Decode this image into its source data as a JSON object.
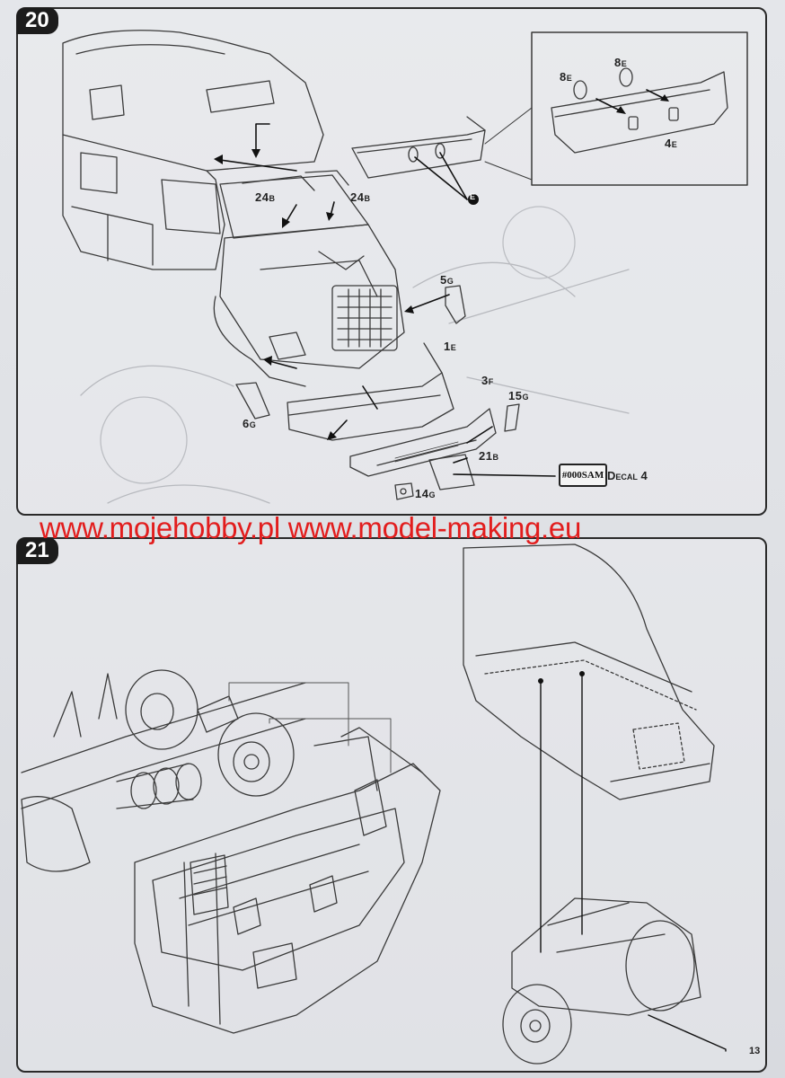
{
  "steps": {
    "step20": "20",
    "step21": "21"
  },
  "labels": {
    "p8e_left": "8",
    "p8e_right": "8",
    "p4e": "4",
    "e_marker": "E",
    "p24b_left": "24",
    "p24b_right": "24",
    "p5g": "5",
    "p1e": "1",
    "p3f": "3",
    "p15g": "15",
    "p6g": "6",
    "p21b": "21",
    "p14g": "14"
  },
  "subs": {
    "e": "E",
    "b": "B",
    "g": "G",
    "f": "F"
  },
  "decal": {
    "label": "Decal 4",
    "plate_text": "#000SAM"
  },
  "watermark": "www.mojehobby.pl www.model-making.eu",
  "page_number": "13"
}
